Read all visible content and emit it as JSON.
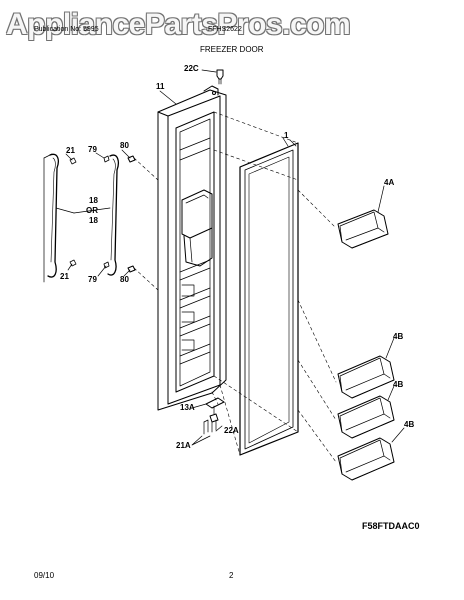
{
  "watermark": "AppliancePartsPros.com",
  "header": {
    "publication": "Publication No: 5995",
    "model": "FFHS2622",
    "section_title": "FREEZER DOOR"
  },
  "callouts": {
    "c22C": "22C",
    "c11": "11",
    "c1": "1",
    "c79a": "79",
    "c80a": "80",
    "c21a": "21",
    "c18a": "18",
    "cOR": "OR",
    "c18b": "18",
    "c21b": "21",
    "c79b": "79",
    "c80b": "80",
    "c4A": "4A",
    "c4B1": "4B",
    "c4B2": "4B",
    "c4B3": "4B",
    "c13A": "13A",
    "c22A": "22A",
    "c21A": "21A"
  },
  "figure_code": "F58FTDAAC0",
  "footer": {
    "date": "09/10",
    "page": "2"
  }
}
